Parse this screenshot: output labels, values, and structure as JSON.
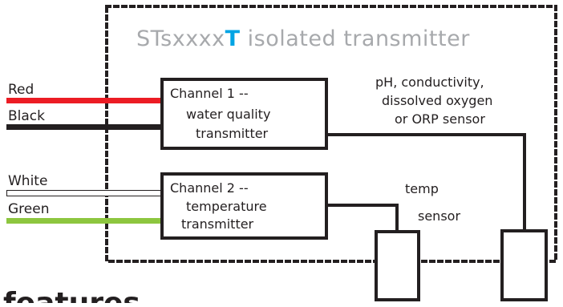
{
  "title": {
    "prefix": "STsxxxx",
    "highlight": "T",
    "suffix": " isolated transmitter"
  },
  "wires": {
    "red": "Red",
    "black": "Black",
    "white": "White",
    "green": "Green"
  },
  "channels": {
    "ch1": [
      "Channel 1 --",
      "water quality",
      "transmitter"
    ],
    "ch2": [
      "Channel 2 --",
      "temperature",
      "transmitter"
    ]
  },
  "sensors": {
    "water": [
      "pH, conductivity,",
      "dissolved oxygen",
      "or ORP sensor"
    ],
    "temp": [
      "temp",
      "sensor"
    ]
  },
  "section_heading": "features",
  "colors": {
    "red_wire": "#ec1c24",
    "black_wire": "#231f20",
    "green_wire": "#8dc63f",
    "title_gray": "#a7a9ac",
    "title_accent": "#00a4e4",
    "line": "#231f20"
  }
}
